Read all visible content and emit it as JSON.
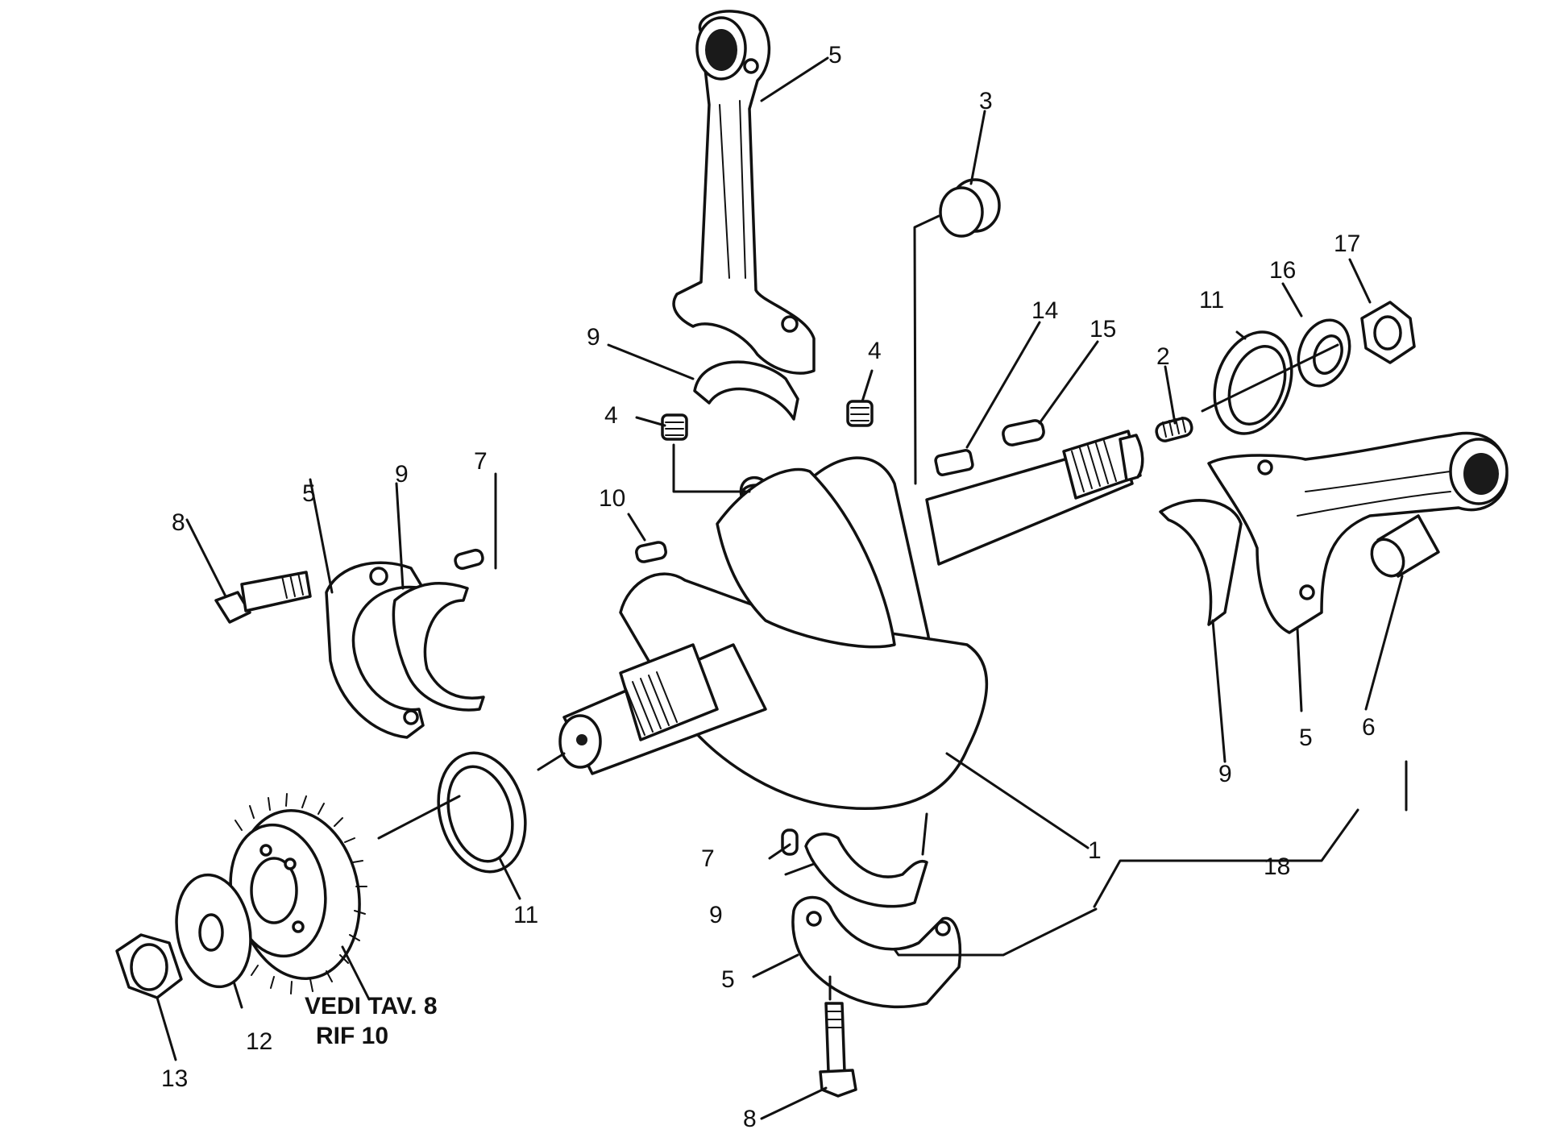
{
  "labels": {
    "l1": "1",
    "l2": "2",
    "l3": "3",
    "l4a": "4",
    "l4b": "4",
    "l5a": "5",
    "l5b": "5",
    "l5c": "5",
    "l5d": "5",
    "l6": "6",
    "l7a": "7",
    "l7b": "7",
    "l8a": "8",
    "l8b": "8",
    "l9a": "9",
    "l9b": "9",
    "l9c": "9",
    "l9d": "9",
    "l10": "10",
    "l11a": "11",
    "l11b": "11",
    "l12": "12",
    "l13": "13",
    "l14": "14",
    "l15": "15",
    "l16": "16",
    "l17": "17",
    "l18": "18"
  },
  "note": {
    "line1": "VEDI TAV. 8",
    "line2": "RIF 10"
  }
}
